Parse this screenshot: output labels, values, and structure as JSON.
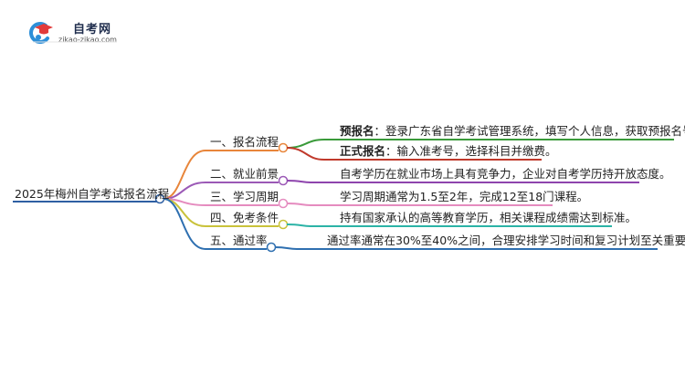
{
  "logo": {
    "title": "自考网",
    "url": "zikao-zikao.com",
    "icon": "graduation-cap-c-logo"
  },
  "mindmap": {
    "root": "2025年梅州自学考试报名流程",
    "branches": [
      {
        "label": "一、报名流程",
        "color": "#e8853a",
        "leaves": [
          {
            "bold": "预报名",
            "text": "：登录广东省自学考试管理系统，填写个人信息，获取预报名号。",
            "color": "#3a9a3a"
          },
          {
            "bold": "正式报名",
            "text": "：输入准考号，选择科目并缴费。",
            "color": "#c0392b"
          }
        ]
      },
      {
        "label": "二、就业前景",
        "color": "#9b59b6",
        "leaves": [
          {
            "bold": "",
            "text": "自考学历在就业市场上具有竞争力，企业对自考学历持开放态度。",
            "color": "#8e44ad"
          }
        ]
      },
      {
        "label": "三、学习周期",
        "color": "#e58bbf",
        "leaves": [
          {
            "bold": "",
            "text": "学习周期通常为1.5至2年，完成12至18门课程。",
            "color": "#e58bbf"
          }
        ]
      },
      {
        "label": "四、免考条件",
        "color": "#c9c23a",
        "leaves": [
          {
            "bold": "",
            "text": "持有国家承认的高等教育学历，相关课程成绩需达到标准。",
            "color": "#2bb3a6"
          }
        ]
      },
      {
        "label": "五、通过率",
        "color": "#2e6fb0",
        "leaves": [
          {
            "bold": "",
            "text": "通过率通常在30%至40%之间，合理安排学习时间和复习计划至关重要。",
            "color": "#2e6fb0"
          }
        ]
      }
    ]
  }
}
